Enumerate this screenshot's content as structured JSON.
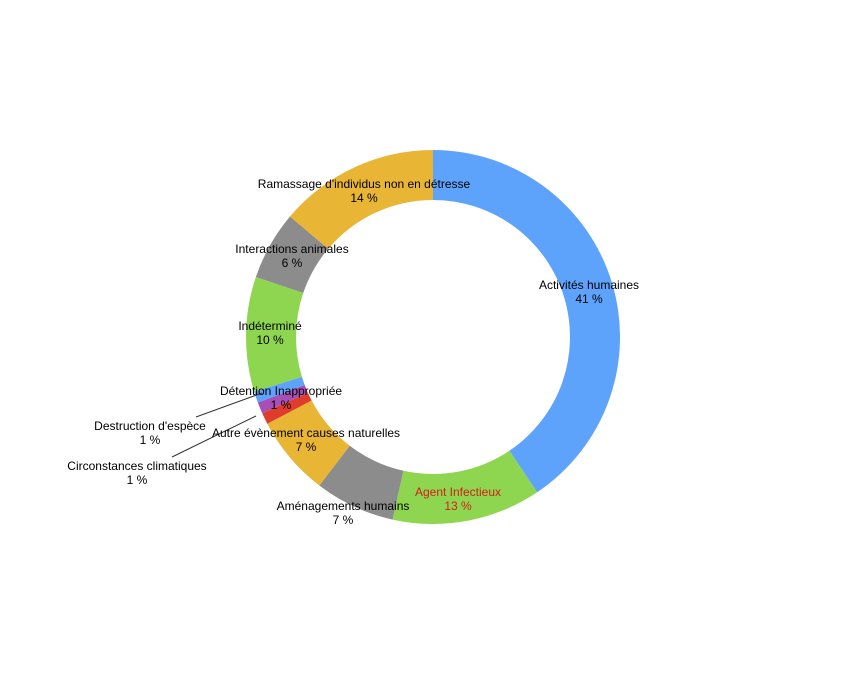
{
  "chart_data": {
    "type": "pie",
    "variant": "donut",
    "unit": "%",
    "legend": "none",
    "slices": [
      {
        "label": "Activités humaines",
        "value": 41,
        "value_label": "41 %",
        "color": "#5da3fb"
      },
      {
        "label": "Agent Infectieux",
        "value": 13,
        "value_label": "13 %",
        "color": "#8fd650",
        "label_color": "#d0201a"
      },
      {
        "label": "Aménagements humains",
        "value": 7,
        "value_label": "7 %",
        "color": "#8c8c8c"
      },
      {
        "label": "Autre évènement causes naturelles",
        "value": 7,
        "value_label": "7 %",
        "color": "#e9b534"
      },
      {
        "label": "Circonstances climatiques",
        "value": 1,
        "value_label": "1 %",
        "color": "#e03c2b"
      },
      {
        "label": "Destruction d'espèce",
        "value": 1,
        "value_label": "1 %",
        "color": "#a84fb5"
      },
      {
        "label": "Détention Inappropriée",
        "value": 1,
        "value_label": "1 %",
        "color": "#5da3fb"
      },
      {
        "label": "Indéterminé",
        "value": 10,
        "value_label": "10 %",
        "color": "#8fd650"
      },
      {
        "label": "Interactions animales",
        "value": 6,
        "value_label": "6 %",
        "color": "#8c8c8c"
      },
      {
        "label": "Ramassage d'individus non en détresse",
        "value": 14,
        "value_label": "14 %",
        "color": "#e9b534"
      }
    ]
  }
}
